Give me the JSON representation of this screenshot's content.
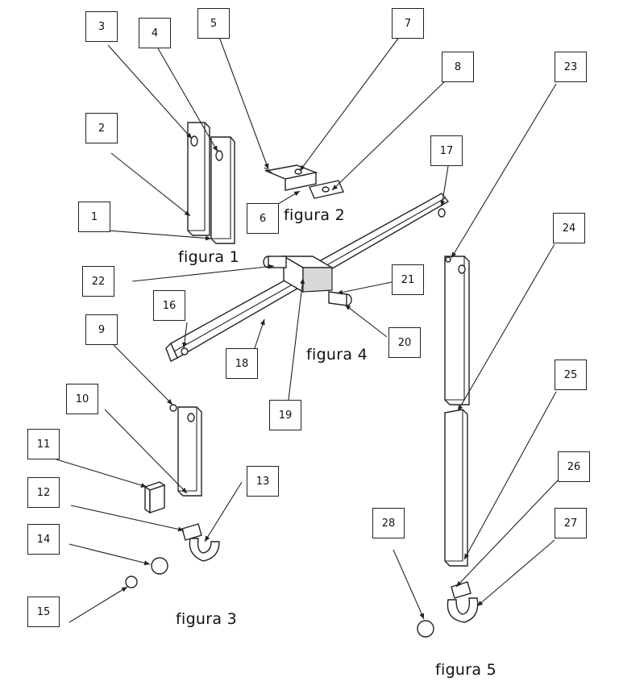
{
  "labels": [
    "1",
    "2",
    "3",
    "4",
    "5",
    "6",
    "7",
    "8",
    "9",
    "10",
    "11",
    "12",
    "13",
    "14",
    "15",
    "16",
    "17",
    "18",
    "19",
    "20",
    "21",
    "22",
    "23",
    "24",
    "25",
    "26",
    "27",
    "28"
  ],
  "captions": {
    "fig1": "figura 1",
    "fig2": "figura 2",
    "fig3": "figura 3",
    "fig4": "figura 4",
    "fig5": "figura 5"
  }
}
